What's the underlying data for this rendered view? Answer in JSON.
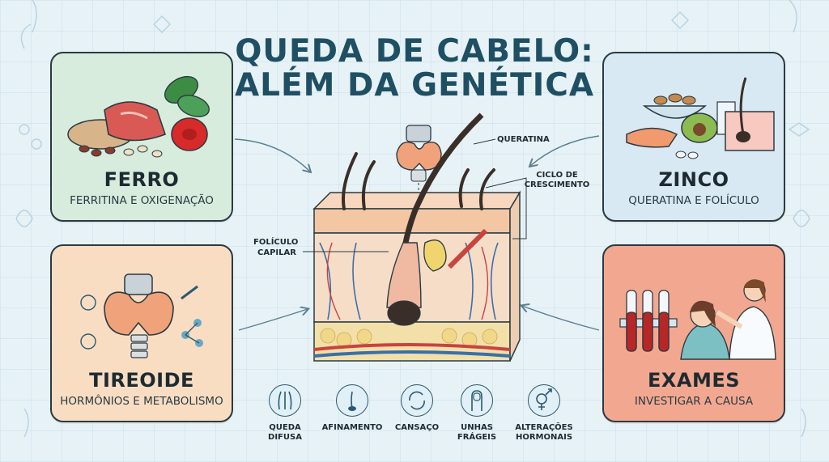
{
  "title": {
    "line1": "QUEDA DE CABELO:",
    "line2": "ALÉM DA GENÉTICA"
  },
  "cards": {
    "ferro": {
      "title": "FERRO",
      "subtitle": "FERRITINA E OXIGENAÇÃO",
      "bg": "#d7ecdd"
    },
    "zinco": {
      "title": "ZINCO",
      "subtitle": "QUERATINA E FOLÍCULO",
      "bg": "#d9e9f4"
    },
    "tireoide": {
      "title": "TIREOIDE",
      "subtitle": "HORMÔNIOS E METABOLISMO",
      "bg": "#f8ddc3"
    },
    "exames": {
      "title": "EXAMES",
      "subtitle": "INVESTIGAR A CAUSA",
      "bg": "#f2a890"
    }
  },
  "diagram_labels": {
    "queratina": "QUERATINA",
    "ciclo_line1": "CICLO DE",
    "ciclo_line2": "CRESCIMENTO",
    "foliculo_line1": "FOLÍCULO",
    "foliculo_line2": "CAPILAR"
  },
  "symptoms": [
    {
      "line1": "QUEDA",
      "line2": "DIFUSA",
      "icon": "hair-strands-icon"
    },
    {
      "line1": "AFINAMENTO",
      "line2": "",
      "icon": "thin-hair-icon"
    },
    {
      "line1": "CANSAÇO",
      "line2": "",
      "icon": "fatigue-cycle-icon"
    },
    {
      "line1": "UNHAS",
      "line2": "FRÁGEIS",
      "icon": "nail-icon"
    },
    {
      "line1": "ALTERAÇÕES",
      "line2": "HORMONAIS",
      "icon": "gender-hormone-icon"
    }
  ],
  "colors": {
    "title": "#1f4f63",
    "outline": "#2b3a40",
    "skin": "#f4d4b8",
    "vein_blue": "#3b6fa8",
    "vein_red": "#c9433f"
  }
}
